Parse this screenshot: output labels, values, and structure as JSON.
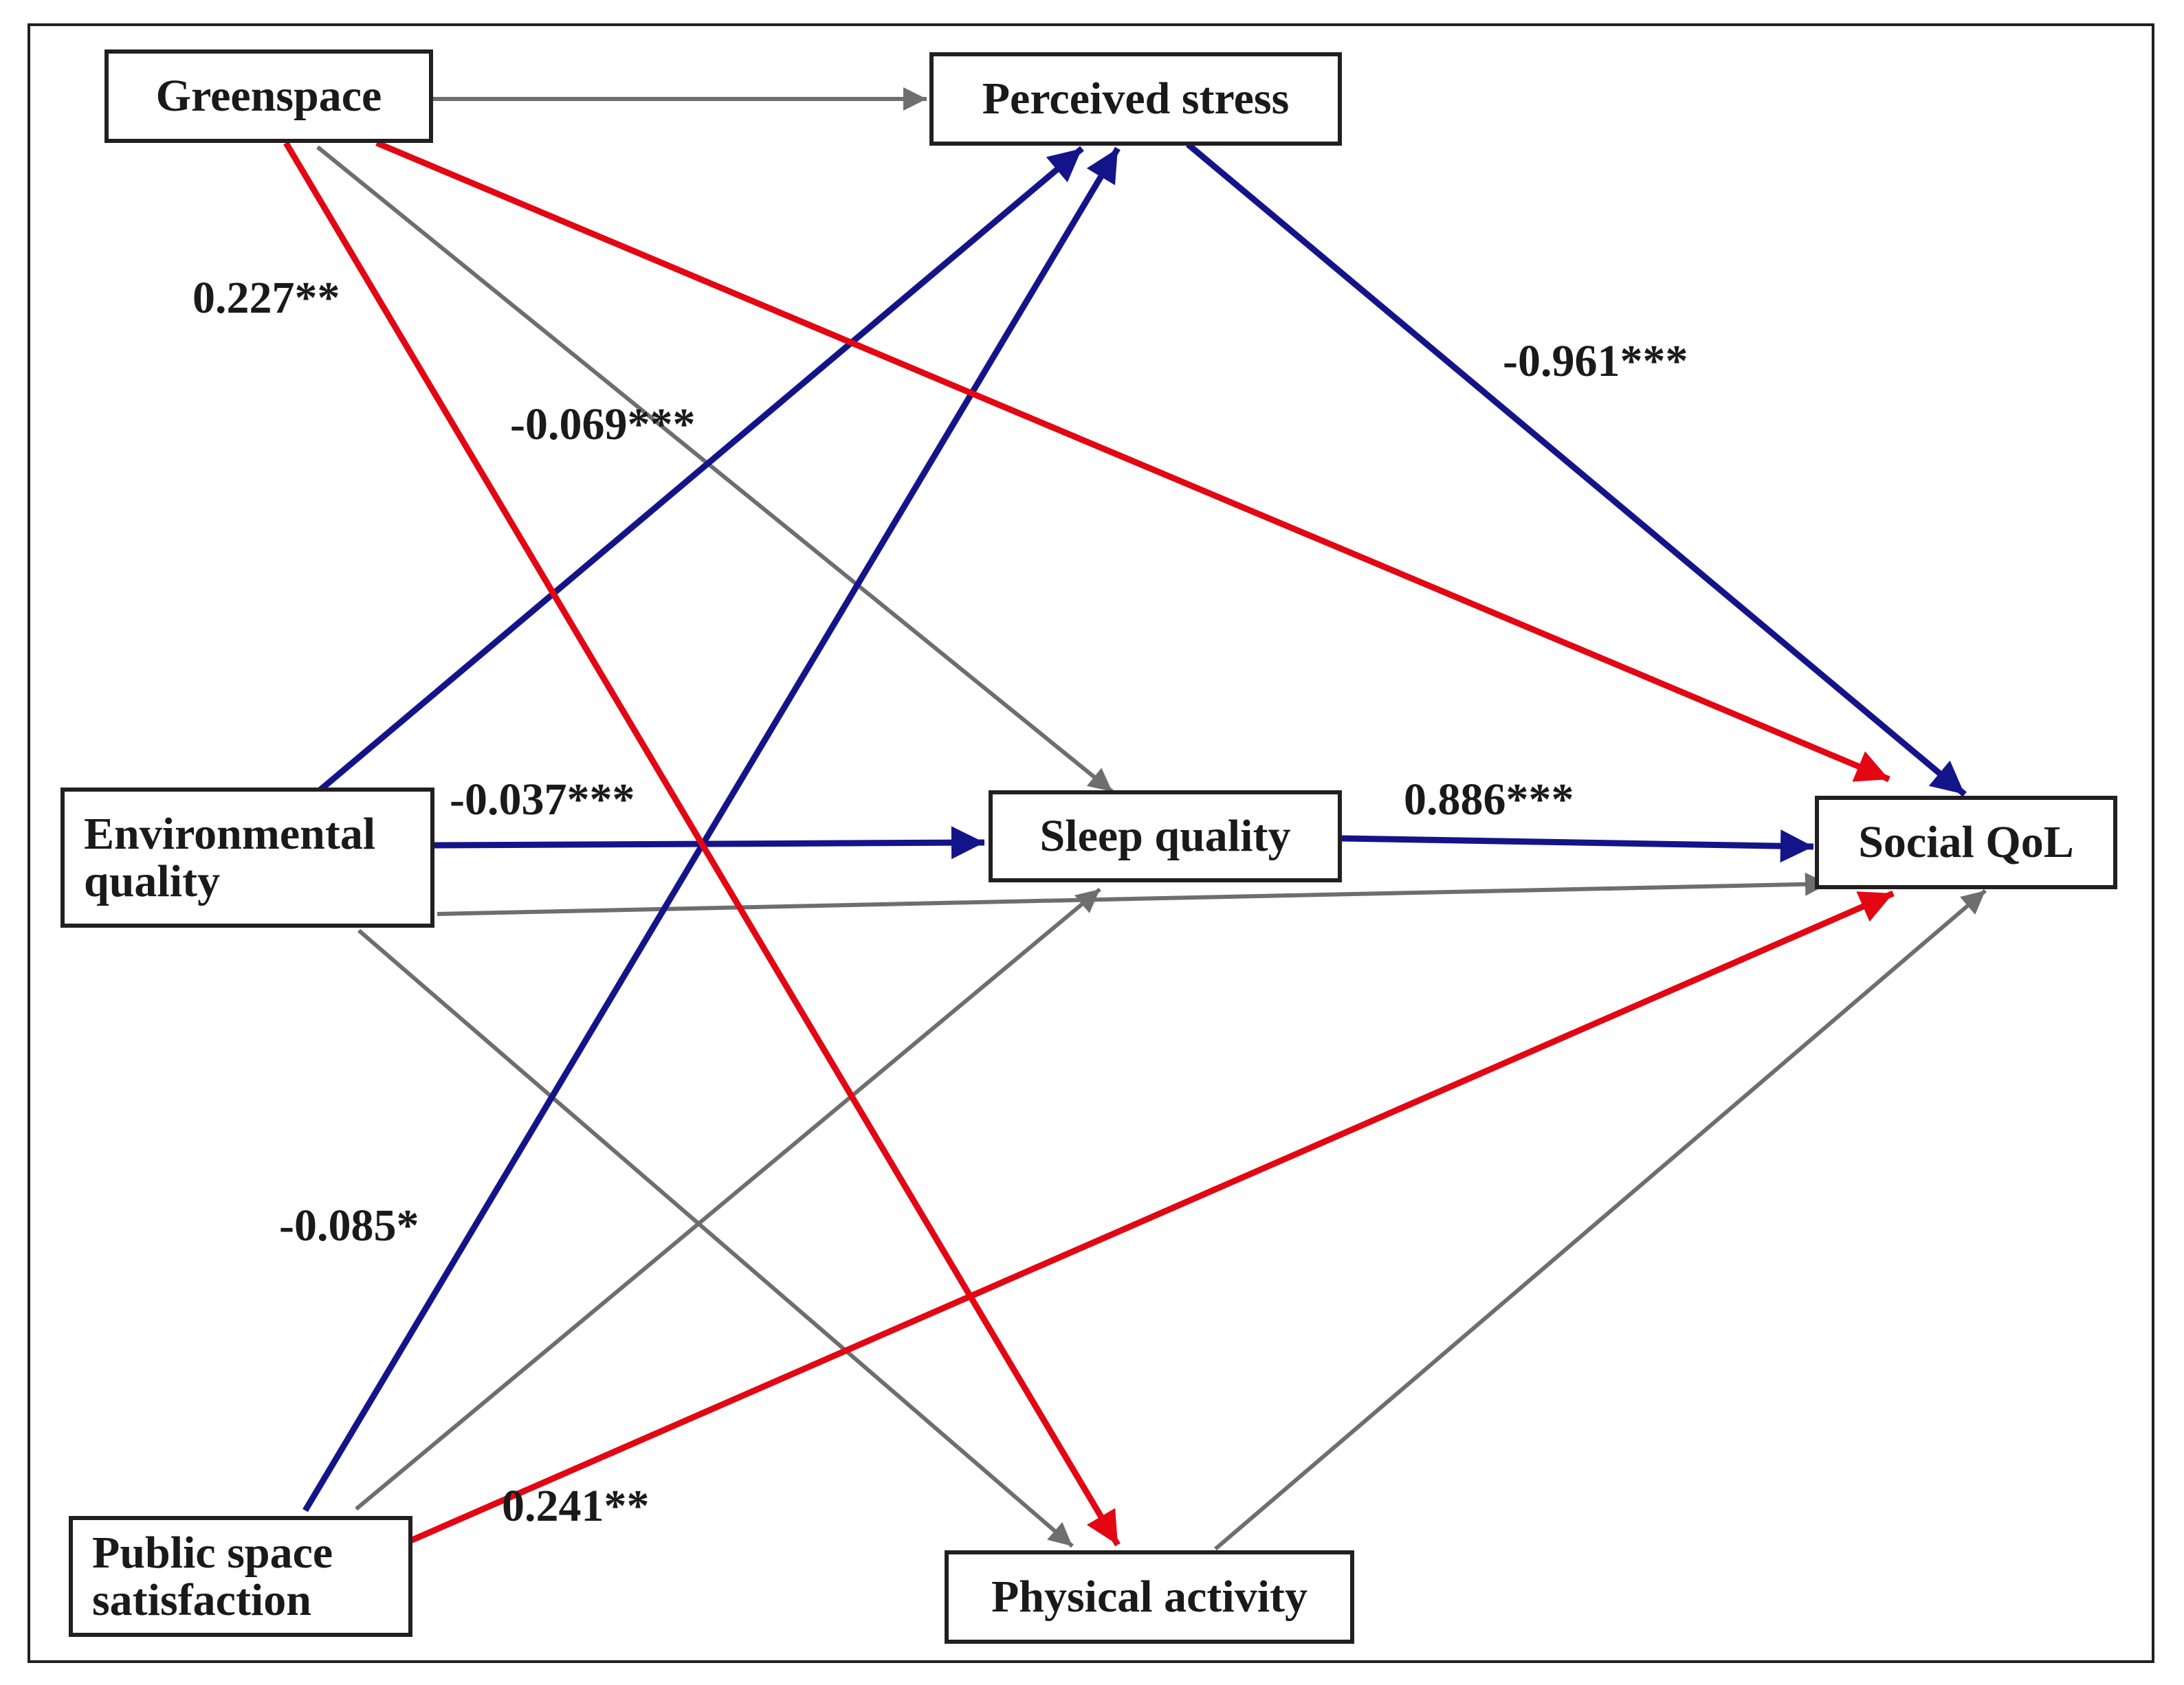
{
  "colors": {
    "positive": "#e30613",
    "negative": "#14148a",
    "nonsignificant": "#6e6e6e",
    "border": "#231f20",
    "text": "#1a1a1a"
  },
  "nodes": {
    "greenspace": {
      "label": "Greenspace"
    },
    "perceived_stress": {
      "label": "Perceived stress"
    },
    "environmental_quality": {
      "line1": "Environmental",
      "line2": "quality"
    },
    "sleep_quality": {
      "label": "Sleep quality"
    },
    "social_qol": {
      "label": "Social QoL"
    },
    "public_space_satisfaction": {
      "line1": "Public space",
      "line2": "satisfaction"
    },
    "physical_activity": {
      "label": "Physical activity"
    }
  },
  "paths": [
    {
      "from": "greenspace",
      "to": "perceived_stress",
      "type": "nonsignificant"
    },
    {
      "from": "greenspace",
      "to": "sleep_quality",
      "type": "nonsignificant"
    },
    {
      "from": "greenspace",
      "to": "social_qol",
      "type": "positive"
    },
    {
      "from": "greenspace",
      "to": "physical_activity",
      "type": "positive",
      "coefficient": "0.227**"
    },
    {
      "from": "environmental_quality",
      "to": "perceived_stress",
      "type": "negative",
      "coefficient": "-0.069***"
    },
    {
      "from": "environmental_quality",
      "to": "sleep_quality",
      "type": "negative",
      "coefficient": "-0.037***"
    },
    {
      "from": "environmental_quality",
      "to": "social_qol",
      "type": "nonsignificant"
    },
    {
      "from": "environmental_quality",
      "to": "physical_activity",
      "type": "nonsignificant"
    },
    {
      "from": "public_space_satisfaction",
      "to": "perceived_stress",
      "type": "negative",
      "coefficient": "-0.085*"
    },
    {
      "from": "public_space_satisfaction",
      "to": "sleep_quality",
      "type": "nonsignificant"
    },
    {
      "from": "public_space_satisfaction",
      "to": "social_qol",
      "type": "positive",
      "coefficient": "0.241**"
    },
    {
      "from": "perceived_stress",
      "to": "social_qol",
      "type": "negative",
      "coefficient": "-0.961***"
    },
    {
      "from": "sleep_quality",
      "to": "social_qol",
      "type": "negative",
      "coefficient": "0.886***"
    },
    {
      "from": "physical_activity",
      "to": "social_qol",
      "type": "nonsignificant"
    }
  ]
}
